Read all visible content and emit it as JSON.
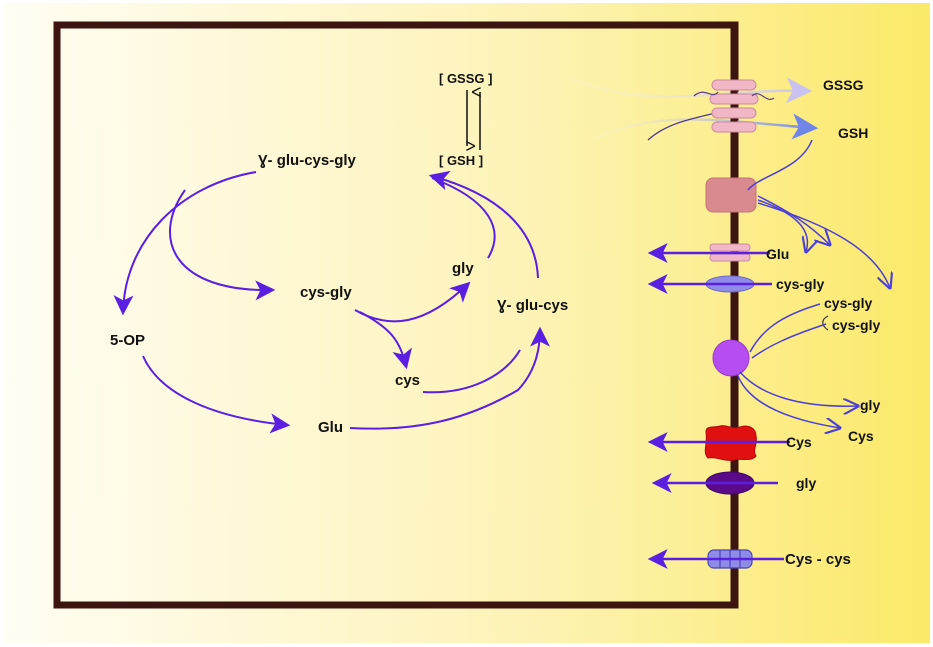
{
  "labels": {
    "gssg_bracket": "[ GSSG ]",
    "gsh_bracket": "[ GSH ]",
    "glutathione": "Ɣ- glu-cys-gly",
    "five_op": "5-OP",
    "cys_gly": "cys-gly",
    "gly": "gly",
    "glu_cys": "Ɣ- glu-cys",
    "cys": "cys",
    "glu": "Glu",
    "out_gssg": "GSSG",
    "out_gsh": "GSH",
    "out_glu": "Glu",
    "out_cys_gly": "cys-gly",
    "out_cys_gly_a": "cys-gly",
    "out_cys_gly_b": "cys-gly",
    "out_gly_upper": "gly",
    "out_cys_upper": "Cys",
    "out_cys_lower": "Cys",
    "out_gly_lower": "gly",
    "out_cystine": "Cys - cys"
  },
  "colors": {
    "cell_border": "#3c1410",
    "membrane": "#3c1410",
    "arrow_blue_violet": "#5a1fe0",
    "transporter_pink": "#f2b7c6",
    "transporter_rose": "#d98a8e",
    "transporter_violet": "#b64df0",
    "transporter_red": "#e01010",
    "transporter_purple": "#5b0a8a",
    "transporter_lavender": "#8f8ce8",
    "background_cream": "#fffbea",
    "background_yellow": "#fbeb6e"
  }
}
